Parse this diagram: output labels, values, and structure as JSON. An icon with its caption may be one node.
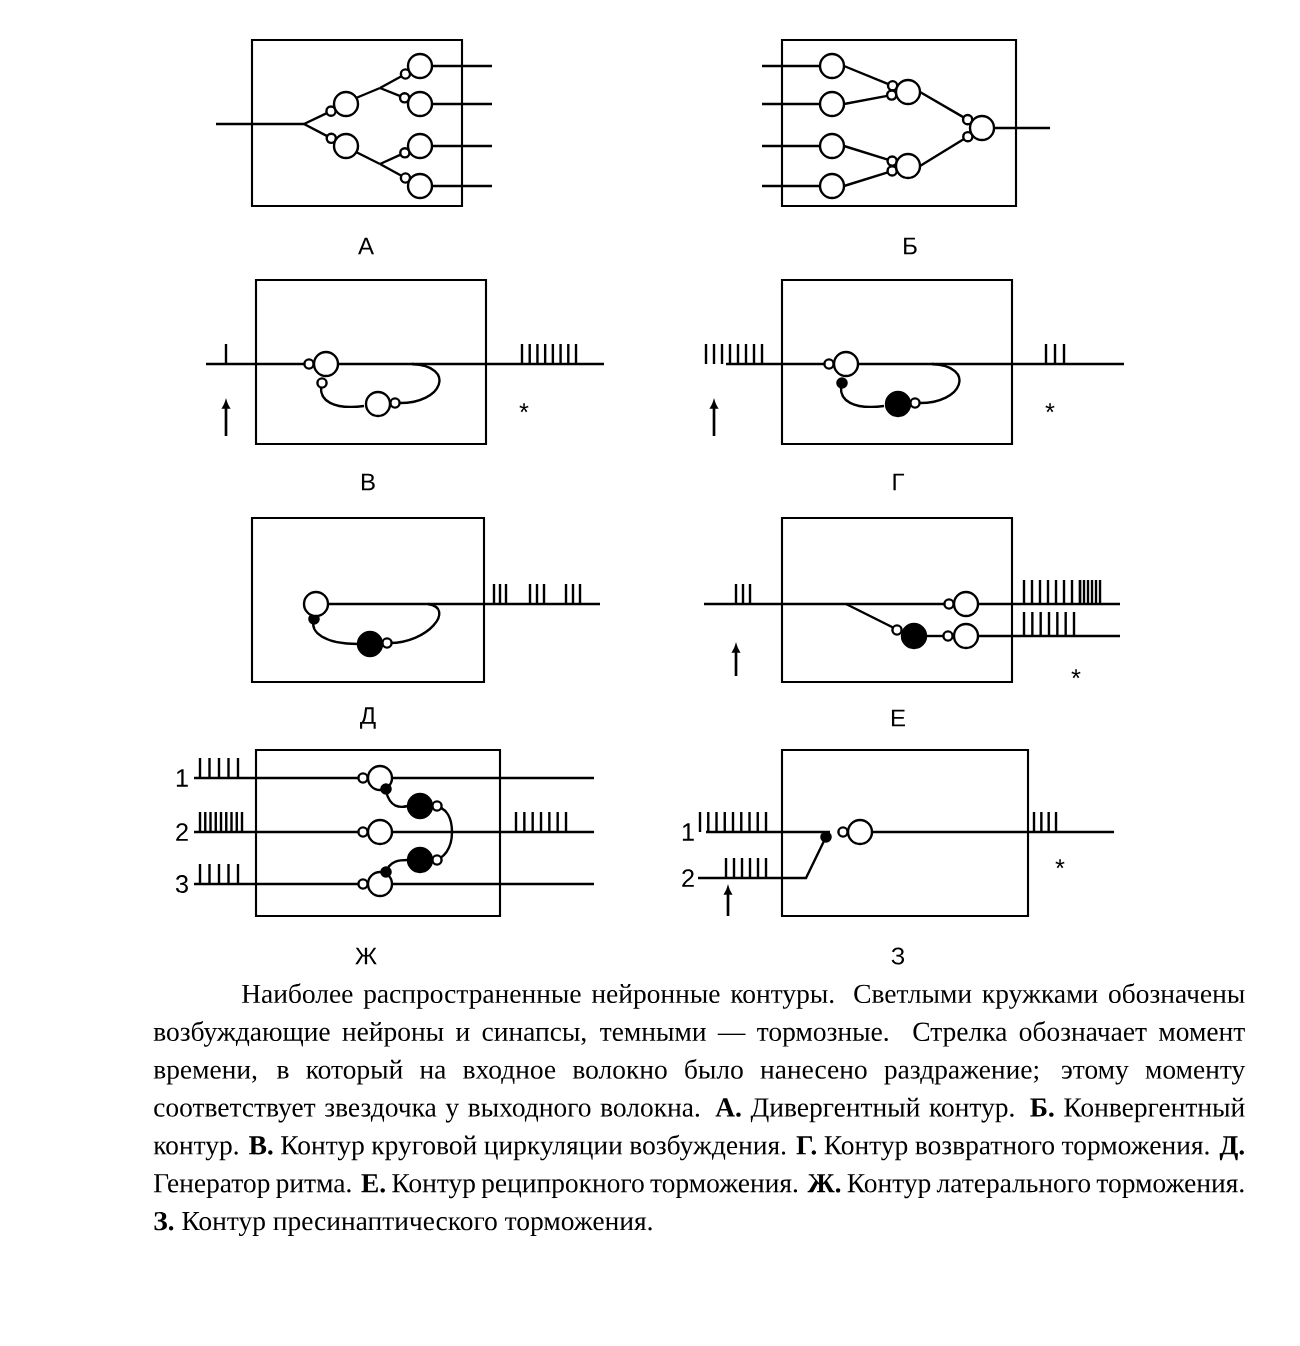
{
  "diagram": {
    "nodes": [
      {
        "text": [],
        "shape": "box",
        "beside": [
          "А"
        ]
      },
      {
        "text": [],
        "shape": "box",
        "beside": [
          "Б"
        ]
      },
      {
        "text": [],
        "shape": "box",
        "beside": [
          "В"
        ]
      },
      {
        "text": [],
        "shape": "box",
        "beside": [
          "Г"
        ]
      },
      {
        "text": [],
        "shape": "box",
        "beside": [
          "Д"
        ]
      },
      {
        "text": [],
        "shape": "box",
        "beside": [
          "Е"
        ]
      },
      {
        "text": [],
        "shape": "box",
        "beside": [
          "Ж"
        ]
      },
      {
        "text": [],
        "shape": "box",
        "beside": [
          "З"
        ]
      }
    ],
    "labels": [
      "*",
      "*",
      "*",
      "1",
      "2",
      "3",
      "1",
      "2",
      "*"
    ],
    "caption": "Наиболее распространенные нейронные контуры. Светлыми кружками обозначены возбуждающие нейроны и синапсы, темными — тормозные. Стрелка обозначает момент времени, в который на входное волокно было нанесено раздражение; этому моменту соответствует звездочка у выходного волокна. **А.** Дивергентный контур. **Б.** Конвергентный контур. **В.** Контур круговой циркуляции возбуждения. **Г.** Контур возвратного торможения. **Д.** Генератор ритма. **Е.** Контур реципрокного торможения. **Ж.** Контур латерального торможения. **З.** Контур пресинаптического торможения."
  }
}
